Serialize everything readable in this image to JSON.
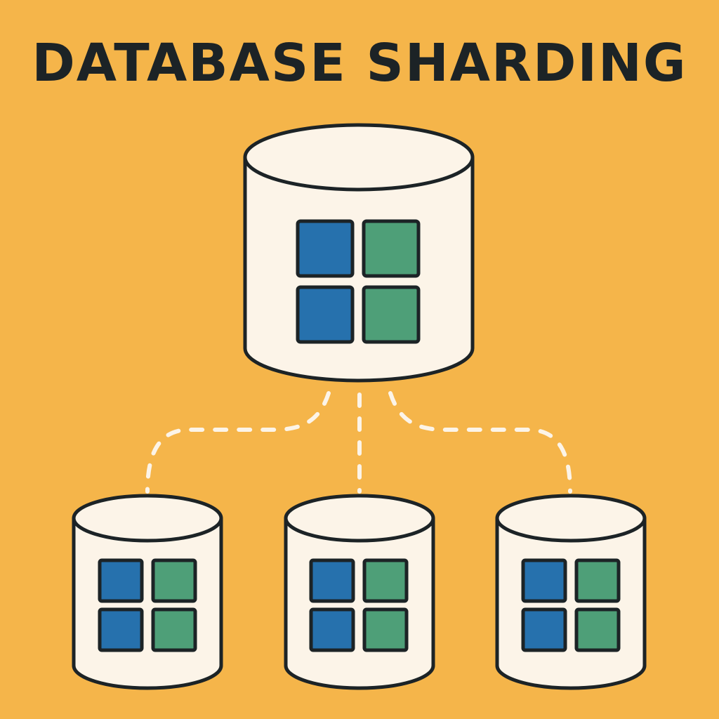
{
  "title": "DATABASE SHARDING",
  "colors": {
    "background": "#f5b54a",
    "outline": "#1c2326",
    "cylinder_fill": "#fcf4e8",
    "block_blue": "#2671ad",
    "block_green": "#4e9f78",
    "connector": "#fcf4e8"
  },
  "databases": [
    {
      "role": "main-database",
      "blocks": [
        "blue",
        "green",
        "blue",
        "green"
      ]
    },
    {
      "role": "shard-1",
      "blocks": [
        "blue",
        "green",
        "blue",
        "green"
      ]
    },
    {
      "role": "shard-2",
      "blocks": [
        "blue",
        "green",
        "blue",
        "green"
      ]
    },
    {
      "role": "shard-3",
      "blocks": [
        "blue",
        "green",
        "blue",
        "green"
      ]
    }
  ],
  "connectors": [
    {
      "from": "main-database",
      "to": "shard-1",
      "style": "dashed"
    },
    {
      "from": "main-database",
      "to": "shard-2",
      "style": "dashed"
    },
    {
      "from": "main-database",
      "to": "shard-3",
      "style": "dashed"
    }
  ]
}
